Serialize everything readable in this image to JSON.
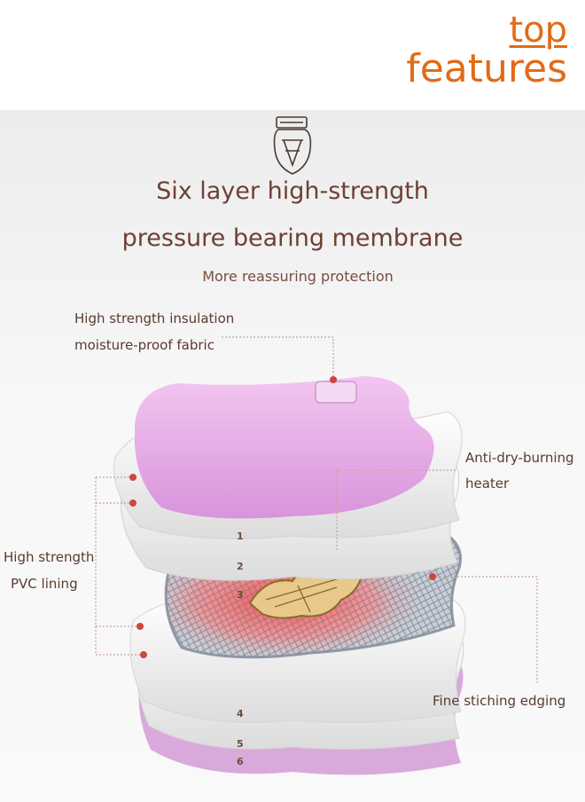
{
  "brand": {
    "line1": "top",
    "line2": "features"
  },
  "header": {
    "icon": "hot-water-bag-icon",
    "title_line1": "Six layer high-strength",
    "title_line2": "pressure bearing membrane",
    "subtitle": "More reassuring protection"
  },
  "callouts": {
    "fabric_line1": "High strength insulation",
    "fabric_line2": "moisture-proof fabric",
    "heater_line1": "Anti-dry-burning",
    "heater_line2": "heater",
    "pvc_line1": "High strength",
    "pvc_line2": "PVC lining",
    "edging": "Fine stiching edging"
  },
  "layer_numbers": [
    "1",
    "2",
    "3",
    "4",
    "5",
    "6"
  ],
  "colors": {
    "brand": "#e36a17",
    "title": "#6e4035",
    "pink": "#e6a8e6",
    "callout_dot": "#d0453f"
  }
}
